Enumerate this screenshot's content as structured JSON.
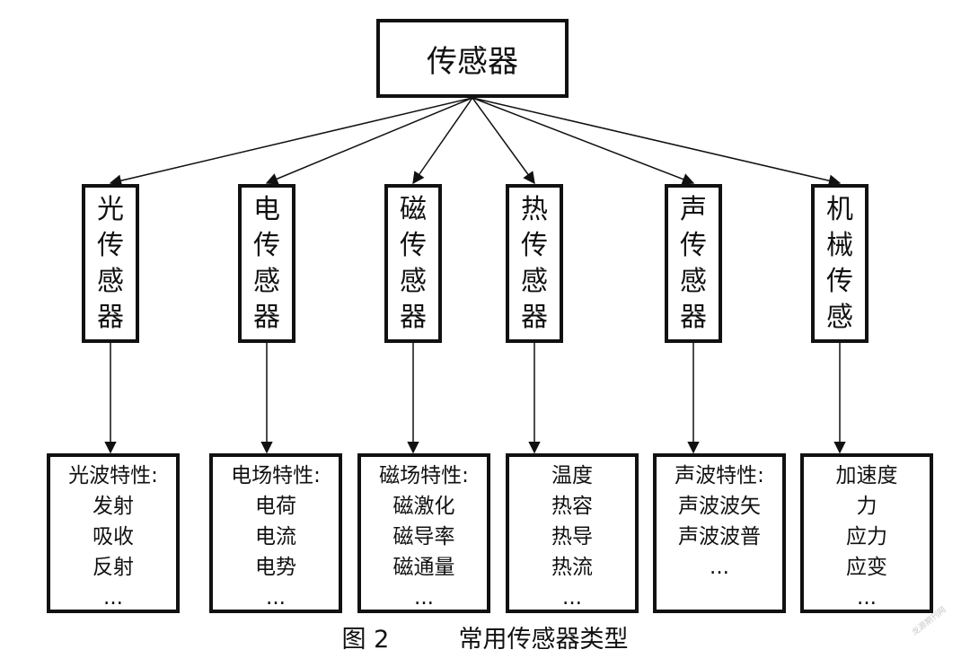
{
  "root": {
    "label": "传感器"
  },
  "categories": [
    {
      "chars": [
        "光",
        "传",
        "感",
        "器"
      ],
      "details": [
        "光波特性:",
        "发射",
        "吸收",
        "反射",
        "..."
      ]
    },
    {
      "chars": [
        "电",
        "传",
        "感",
        "器"
      ],
      "details": [
        "电场特性:",
        "电荷",
        "电流",
        "电势",
        "..."
      ]
    },
    {
      "chars": [
        "磁",
        "传",
        "感",
        "器"
      ],
      "details": [
        "磁场特性:",
        "磁激化",
        "磁导率",
        "磁通量",
        "..."
      ]
    },
    {
      "chars": [
        "热",
        "传",
        "感",
        "器"
      ],
      "details": [
        "温度",
        "热容",
        "热导",
        "热流",
        "..."
      ]
    },
    {
      "chars": [
        "声",
        "传",
        "感",
        "器"
      ],
      "details": [
        "声波特性:",
        "声波波矢",
        "声波波普",
        "..."
      ]
    },
    {
      "chars": [
        "机",
        "械",
        "传",
        "感"
      ],
      "details": [
        "加速度",
        "力",
        "应力",
        "应变",
        "..."
      ]
    }
  ],
  "caption": {
    "number": "图 2",
    "title": "常用传感器类型"
  },
  "watermark": "龙源期刊网"
}
